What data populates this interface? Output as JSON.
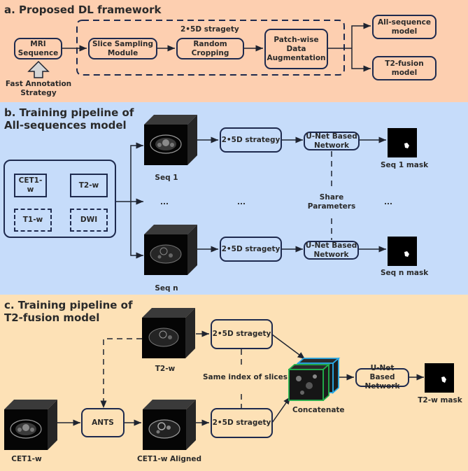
{
  "section_a": {
    "title": "a. Proposed DL framework",
    "mri_sequence": "MRI\nSequence",
    "fast_annotation": "Fast Annotation\nStrategy",
    "strategy_group_label": "2•5D stragety",
    "slice_sampling": "Slice Sampling\nModule",
    "random_cropping": "Random\nCropping",
    "patch_aug": "Patch-wise\nData\nAugmentation",
    "all_sequence_model": "All-sequence\nmodel",
    "t2_fusion_model": "T2-fusion\nmodel"
  },
  "section_b": {
    "title": "b. Training pipeline of\nAll-sequences model",
    "sequences": [
      "CET1-w",
      "T2-w",
      "T1-w",
      "DWI"
    ],
    "seq1_label": "Seq 1",
    "seqn_label": "Seq n",
    "strategy_top": "2•5D strategy",
    "strategy_bottom": "2•5D stragety",
    "unet_top": "U-Net Based\nNetwork",
    "unet_bottom": "U-Net Based\nNetwork",
    "share_parameters": "Share\nParameters",
    "seq1_mask": "Seq 1 mask",
    "seqn_mask": "Seq n mask",
    "ellipsis": "..."
  },
  "section_c": {
    "title": "c. Training pipeline of\nT2-fusion model",
    "t2w_label": "T2-w",
    "cet1w_label": "CET1-w",
    "ants": "ANTS",
    "cet1w_aligned_label": "CET1-w Aligned",
    "strategy_top": "2•5D stragety",
    "strategy_bottom": "2•5D stragety",
    "same_index": "Same index of slices",
    "concatenate": "Concatenate",
    "unet": "U-Net Based\nNetwork",
    "t2w_mask": "T2-w mask"
  },
  "colors": {
    "section_a_bg": "#fdcfb0",
    "section_b_bg": "#c6dcfa",
    "section_c_bg": "#fde1b6",
    "box_border": "#1e2a4e",
    "concat_green": "#22b24c",
    "concat_blue": "#29a9e6"
  }
}
